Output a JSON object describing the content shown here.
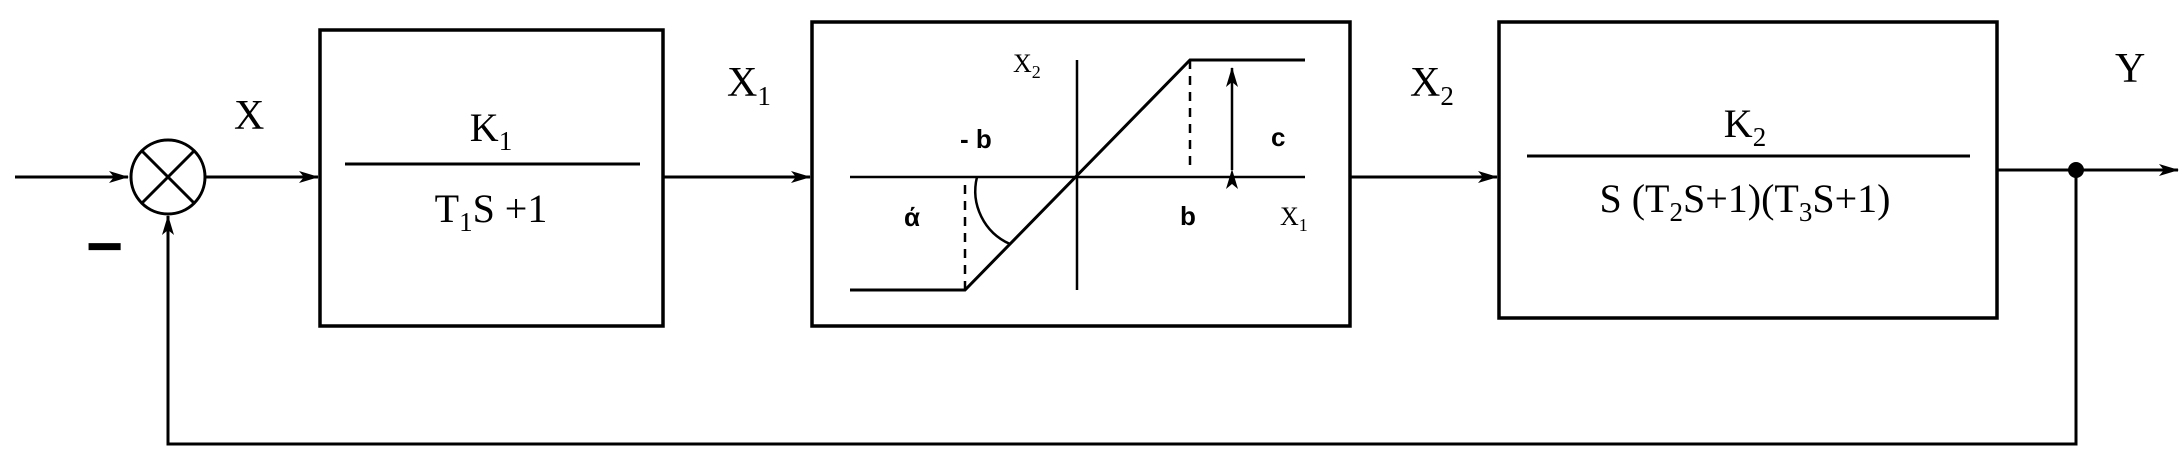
{
  "signals": {
    "x": "X",
    "x1_base": "X",
    "x1_sub": "1",
    "x2_base": "X",
    "x2_sub": "2",
    "y": "Y",
    "minus": "−"
  },
  "block1": {
    "num_base": "K",
    "num_sub": "1",
    "den_a": "T",
    "den_sub": "1",
    "den_b": "S +1"
  },
  "block2": {
    "axis_y_base": "X",
    "axis_y_sub": "2",
    "axis_x_base": "X",
    "axis_x_sub": "1",
    "label_neg_b": "- b",
    "label_b": "b",
    "label_c": "c",
    "label_alpha": "ά"
  },
  "block3": {
    "num_base": "K",
    "num_sub": "2",
    "den_p1": "S (T",
    "den_sub1": "2",
    "den_p2": "S+1)(T",
    "den_sub2": "3",
    "den_p3": "S+1)"
  }
}
